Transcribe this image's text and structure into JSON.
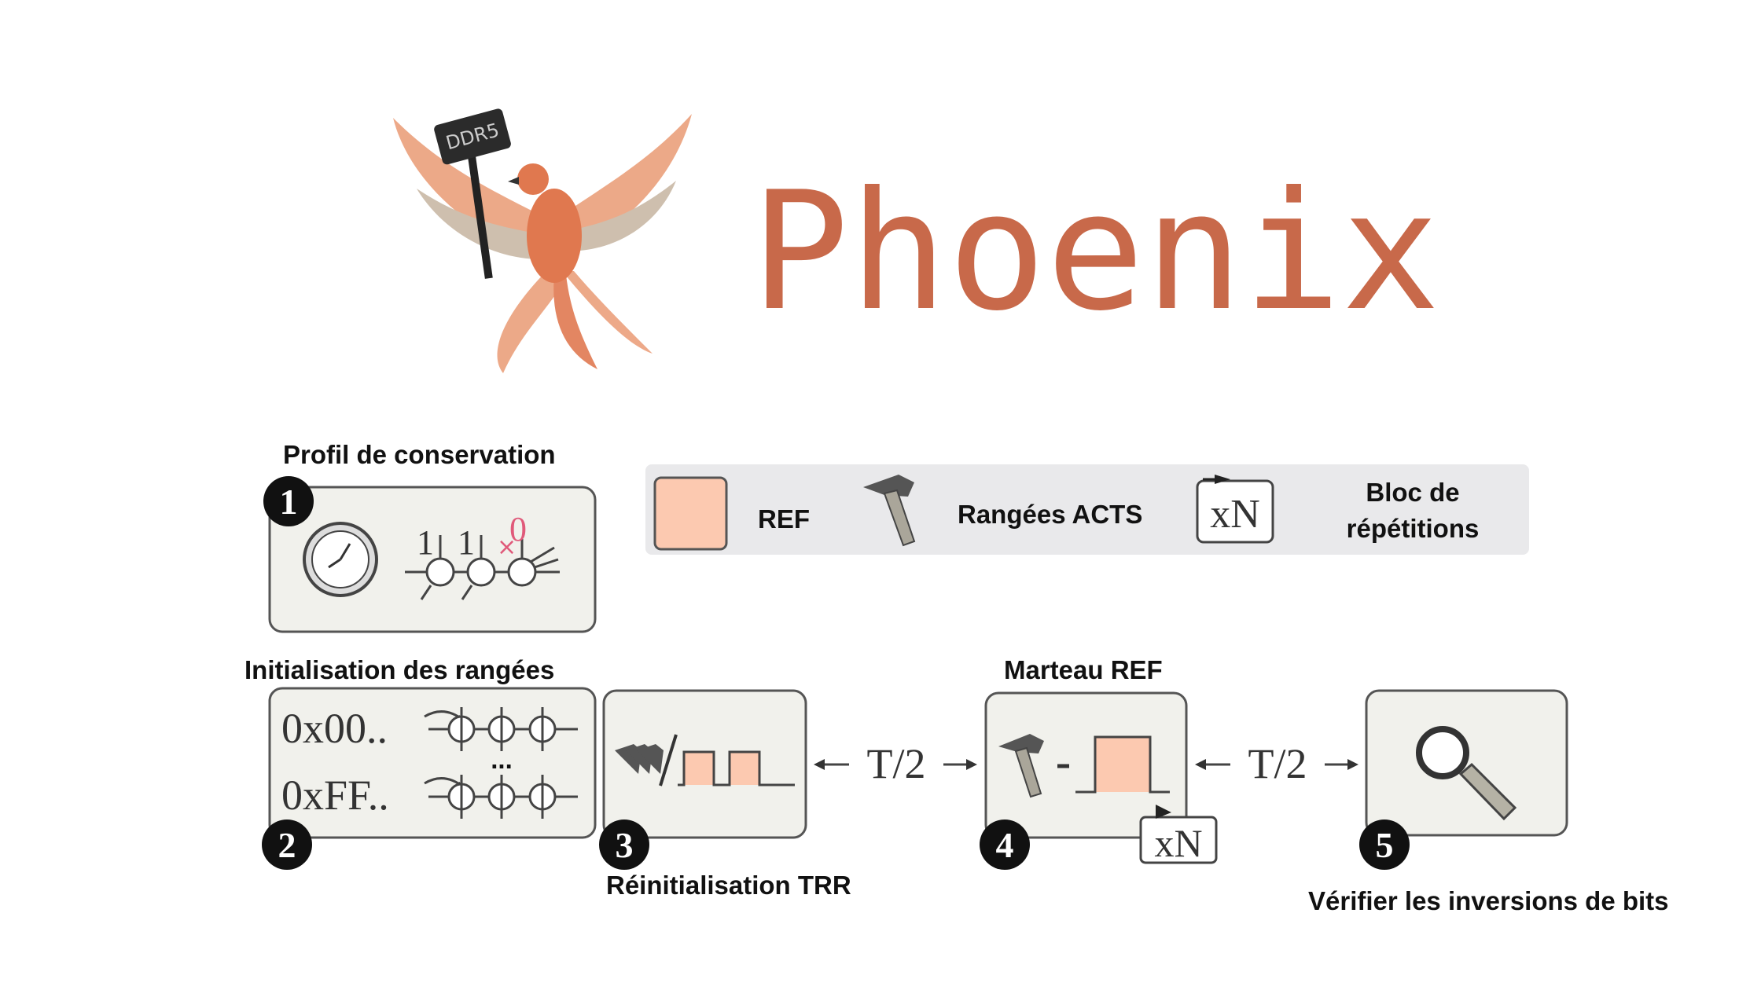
{
  "logo": {
    "title": "Phoenix",
    "badge": "DDR5",
    "title_color": "#c8694a"
  },
  "legend": {
    "ref_label": "REF",
    "acts_label": "Rangées ACTS",
    "repeat_icon_text": "xN",
    "repeat_label_line1": "Bloc de",
    "repeat_label_line2": "répétitions",
    "ref_color": "#fcc9b0",
    "background": "#e9e9eb"
  },
  "steps": [
    {
      "number": "1",
      "label": "Profil de conservation",
      "bits": [
        "1",
        "1",
        "0"
      ]
    },
    {
      "number": "2",
      "label": "Initialisation des rangées",
      "patterns": [
        "0x00..",
        "0xFF.."
      ],
      "ellipsis": "..."
    },
    {
      "number": "3",
      "label": "Réinitialisation TRR"
    },
    {
      "number": "4",
      "label": "Marteau REF",
      "repeat_text": "xN"
    },
    {
      "number": "5",
      "label": "Vérifier les inversions de bits"
    }
  ],
  "intervals": [
    "T/2",
    "T/2"
  ]
}
